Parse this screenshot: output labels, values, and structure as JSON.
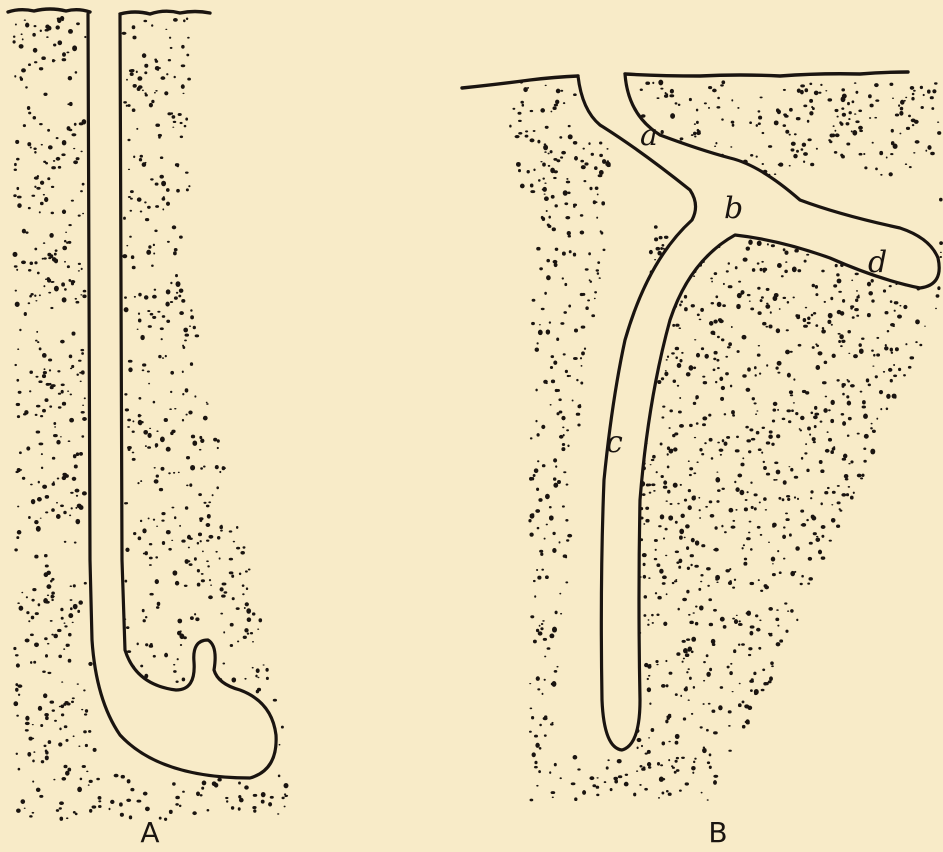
{
  "figure": {
    "panels": [
      {
        "id": "A",
        "label": "A"
      },
      {
        "id": "B",
        "label": "B"
      }
    ],
    "part_labels": [
      {
        "id": "a",
        "text": "a"
      },
      {
        "id": "b",
        "text": "b"
      },
      {
        "id": "c",
        "text": "c"
      },
      {
        "id": "d",
        "text": "d"
      }
    ],
    "colors": {
      "paper": "#f8ebc8",
      "ink": "#1a1410"
    }
  }
}
